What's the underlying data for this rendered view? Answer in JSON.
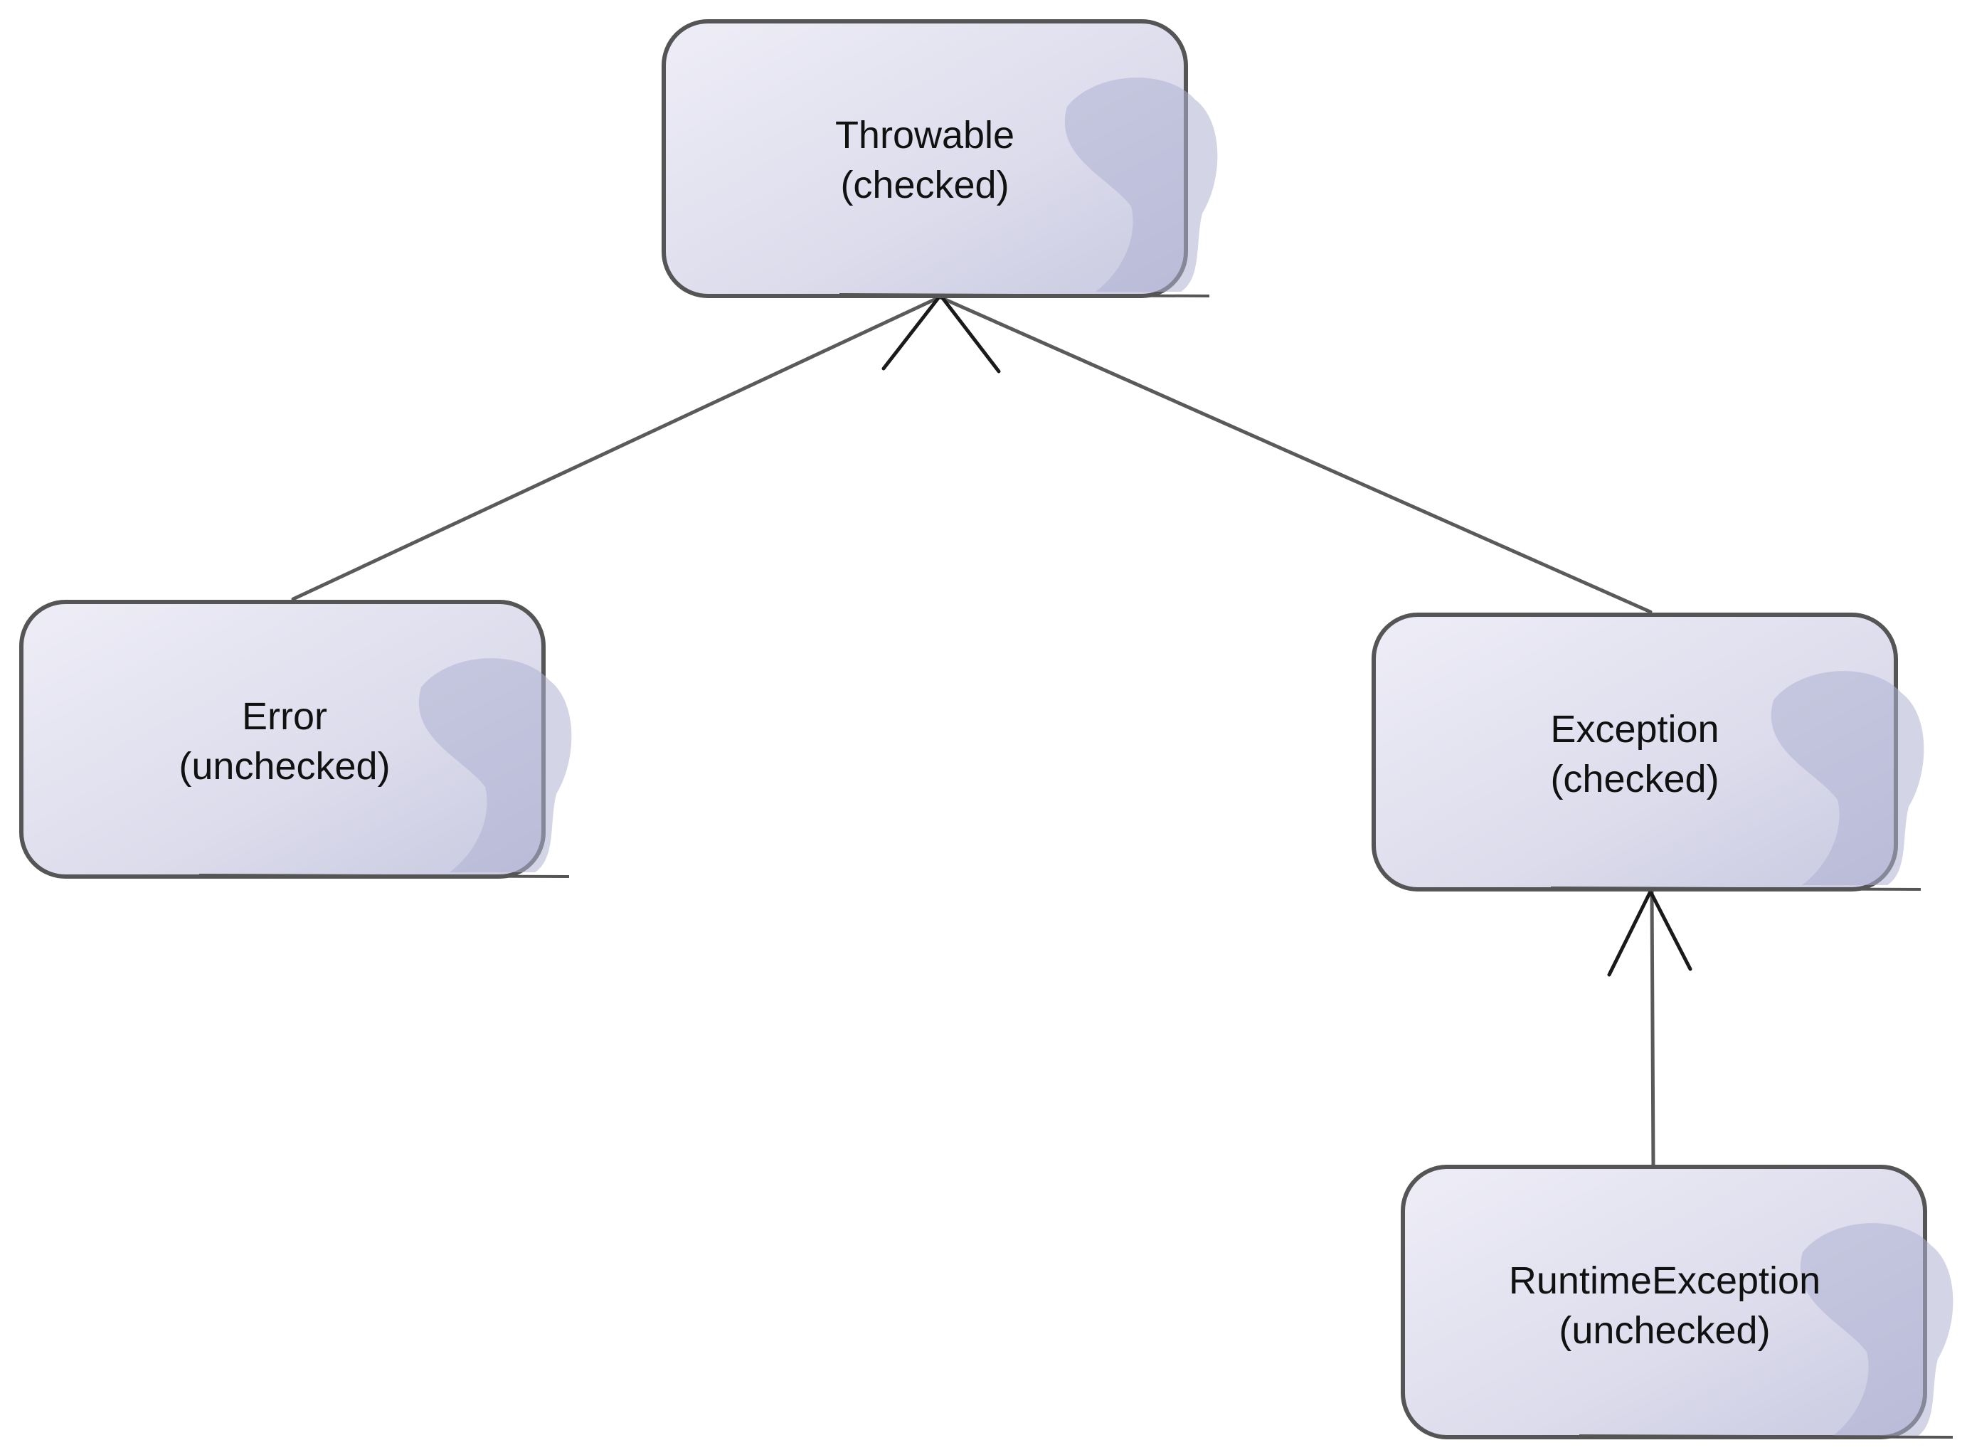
{
  "diagram": {
    "type": "class-hierarchy",
    "nodes": [
      {
        "id": "throwable",
        "name": "Throwable",
        "kind": "(checked)"
      },
      {
        "id": "error",
        "name": "Error",
        "kind": "(unchecked)"
      },
      {
        "id": "exception",
        "name": "Exception",
        "kind": "(checked)"
      },
      {
        "id": "runtime",
        "name": "RuntimeException",
        "kind": "(unchecked)"
      }
    ],
    "edges": [
      {
        "from": "error",
        "to": "throwable",
        "relation": "inherits"
      },
      {
        "from": "exception",
        "to": "throwable",
        "relation": "inherits"
      },
      {
        "from": "runtime",
        "to": "exception",
        "relation": "inherits"
      }
    ],
    "colors": {
      "box_fill_light": "#ecebf6",
      "box_fill_dark": "#c3c3df",
      "box_border": "#555555",
      "edge": "#5a5a5a",
      "text": "#111111"
    }
  }
}
